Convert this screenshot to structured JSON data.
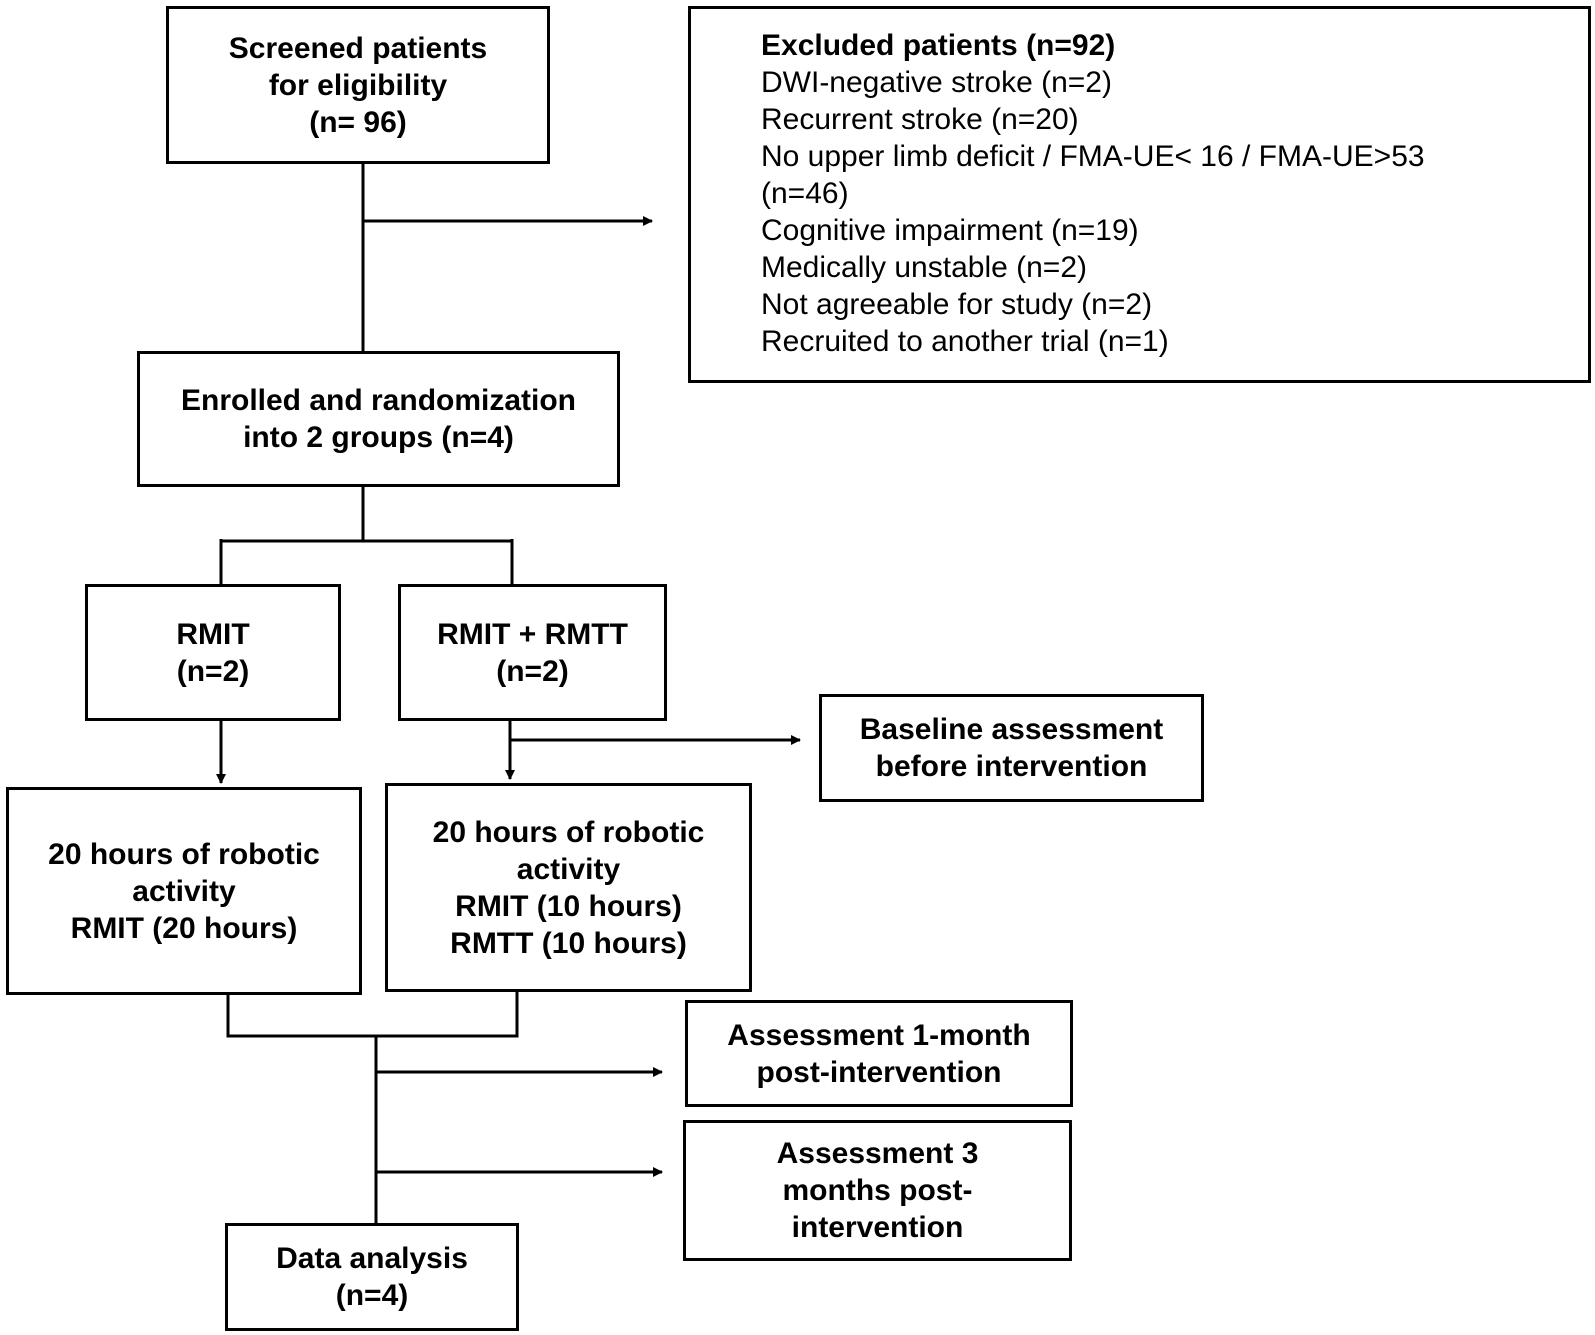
{
  "screening": {
    "line1": "Screened patients",
    "line2": "for eligibility",
    "line3": "(n= 96)"
  },
  "excluded": {
    "title": "Excluded patients (n=92)",
    "reasons": [
      "DWI-negative stroke (n=2)",
      "Recurrent stroke (n=20)",
      "No upper limb deficit / FMA-UE< 16 / FMA-UE>53",
      "(n=46)",
      "Cognitive impairment (n=19)",
      "Medically unstable (n=2)",
      "Not agreeable for study (n=2)",
      "Recruited to another trial (n=1)"
    ]
  },
  "enrolled": {
    "line1": "Enrolled and randomization",
    "line2": "into 2 groups (n=4)"
  },
  "group_rmit": {
    "line1": "RMIT",
    "line2": "(n=2)"
  },
  "group_combo": {
    "line1": "RMIT + RMTT",
    "line2": "(n=2)"
  },
  "baseline": {
    "line1": "Baseline assessment",
    "line2": "before intervention"
  },
  "intervention_rmit": {
    "line1": "20 hours of robotic",
    "line2": "activity",
    "line3": "RMIT (20 hours)"
  },
  "intervention_combo": {
    "line1": "20 hours of robotic",
    "line2": "activity",
    "line3": "RMIT (10 hours)",
    "line4": "RMTT (10 hours)"
  },
  "assessment_1m": {
    "line1": "Assessment 1-month",
    "line2": "post-intervention"
  },
  "assessment_3m": {
    "line1": "Assessment 3",
    "line2": "months post-",
    "line3": "intervention"
  },
  "analysis": {
    "line1": "Data analysis",
    "line2": "(n=4)"
  }
}
